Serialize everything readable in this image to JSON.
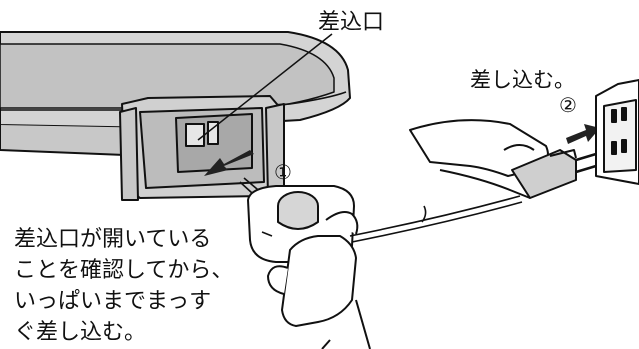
{
  "labels": {
    "inlet": "差込口",
    "plug_in": "差し込む。"
  },
  "steps": {
    "step1": "①",
    "step2": "②"
  },
  "instruction": {
    "lines": [
      "差込口が開いている",
      "ことを確認してから、",
      "いっぱいまでまっす",
      "ぐ差し込む。"
    ]
  },
  "colors": {
    "device_gray": "#d4d4d4",
    "line": "#111111",
    "arrow": "#222222"
  }
}
